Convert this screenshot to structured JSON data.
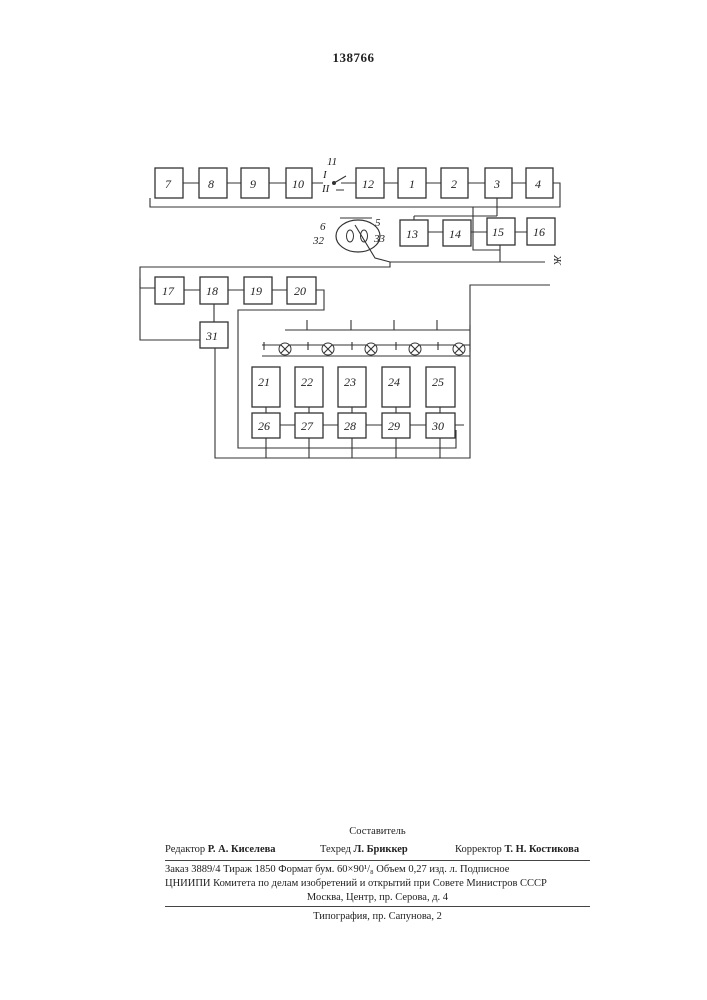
{
  "header": {
    "patent_number": "138766"
  },
  "diagram": {
    "blocks": [
      "7",
      "8",
      "9",
      "10",
      "12",
      "1",
      "2",
      "3",
      "4",
      "13",
      "14",
      "15",
      "16",
      "17",
      "18",
      "19",
      "20",
      "31",
      "21",
      "22",
      "23",
      "24",
      "25",
      "26",
      "27",
      "28",
      "29",
      "30"
    ],
    "switch_labels": {
      "number": "11",
      "pos1": "I",
      "pos2": "II"
    },
    "selector_labels": [
      "6",
      "5",
      "32",
      "33"
    ],
    "side_mark": "Ж"
  },
  "footer": {
    "compiler": "Составитель",
    "editor_role": "Редактор",
    "editor_name": "Р. А. Киселева",
    "tech_role": "Техред",
    "tech_name": "Л. Бриккер",
    "corrector_role": "Корректор",
    "corrector_name": "Т. Н. Костикова",
    "order_line": "Заказ 3889/4 Тираж 1850 Формат бум. 60×90¹/₈ Объем 0,27 изд. л. Подписное",
    "org_line": "ЦНИИПИ Комитета по делам изобретений и открытий при Совете Министров СССР",
    "address_line": "Москва, Центр, пр. Серова, д. 4",
    "printer_line": "Типография, пр. Сапунова, 2"
  }
}
